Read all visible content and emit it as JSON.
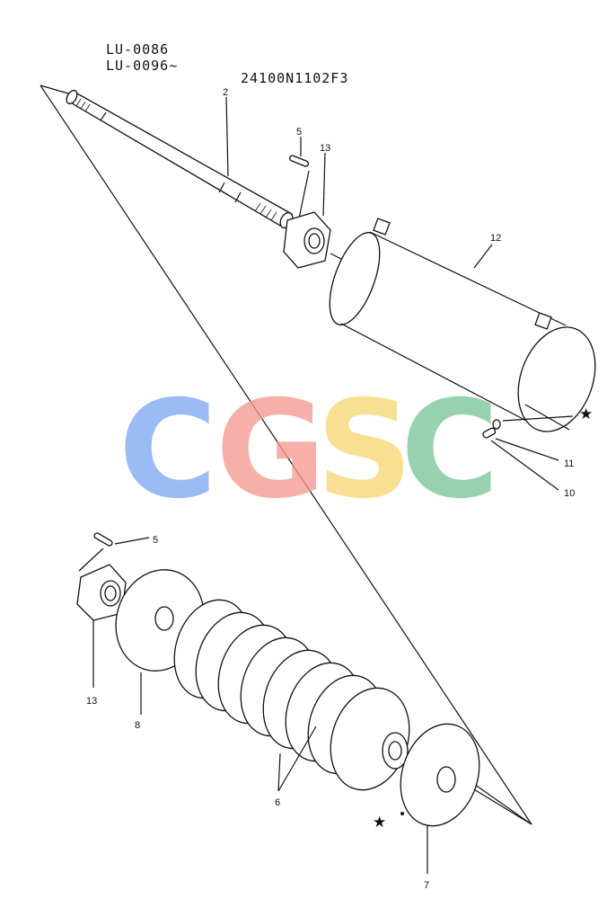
{
  "header": {
    "model_line_1": "LU-0086",
    "model_line_2": "LU-0096~",
    "part_number": "24100N1102F3"
  },
  "callouts": {
    "shaft": "2",
    "pin_top": "5",
    "nut_top": "13",
    "cover": "12",
    "washer": "11",
    "bolt": "10",
    "pin_bottom": "5",
    "nut_bottom": "13",
    "retainer": "8",
    "springs": "6",
    "end_plate": "7"
  },
  "markers": {
    "star": "★"
  },
  "watermark": {
    "letters": [
      "C",
      "G",
      "S",
      "C"
    ],
    "colors": [
      "#7ea8f0",
      "#f19a92",
      "#f6d873",
      "#7cc59a"
    ]
  }
}
